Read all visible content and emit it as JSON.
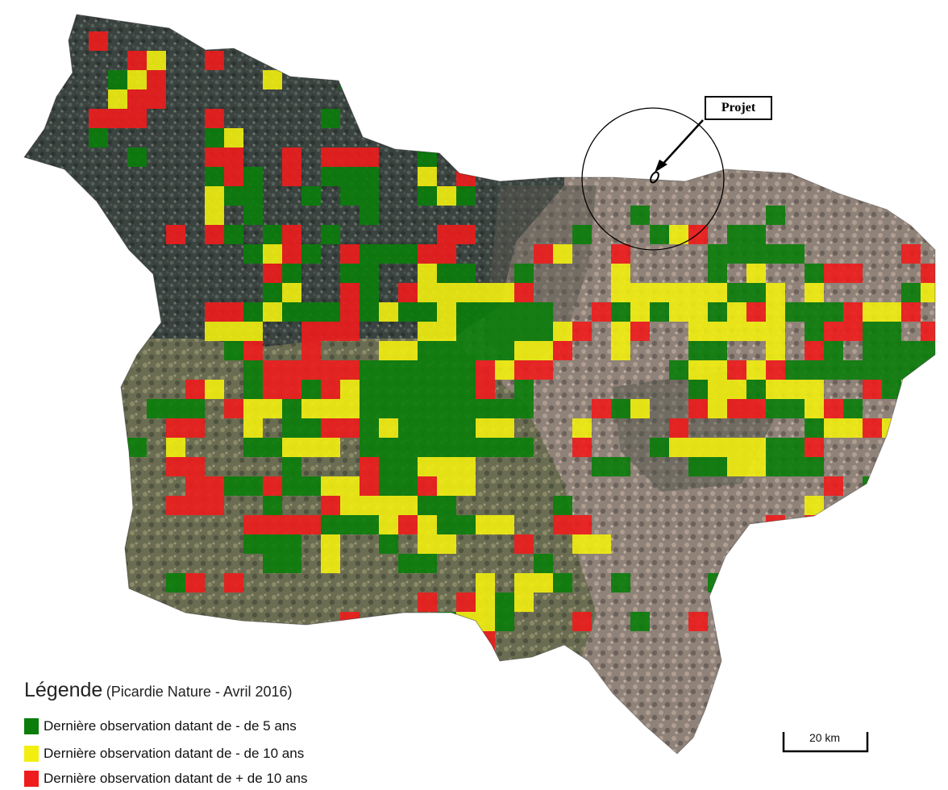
{
  "legend": {
    "title": "Légende",
    "source": "(Picardie Nature - Avril 2016)",
    "items": [
      {
        "label": "Dernière observation datant de - de 5 ans",
        "color": "#0a7d0a"
      },
      {
        "label": "Dernière observation datant de - de 10 ans",
        "color": "#f2ee10"
      },
      {
        "label": "Dernière observation datant de + de 10 ans",
        "color": "#ee1c1c"
      }
    ]
  },
  "scale": {
    "label": "20 km"
  },
  "project": {
    "label": "Projet"
  },
  "colors": {
    "green": "#0a7d0a",
    "yellow": "#f2ee10",
    "red": "#ee1c1c"
  },
  "grid": {
    "rows": [
      "................................................",
      "..r..............................................",
      "....ry..r........................................",
      "...gyr.....y...gg................................",
      "...yrr.....................g.....................",
      "..rrr...r.....g..................................",
      "..g.....gy.......................................",
      "....g...rr..r.rrr..g.............................",
      "........grg.r.ggg..y.r...........................",
      "........ygg..g.gg..gyg.........................",
      "........y.g.....g.............g......g...........",
      "......r.rg.gr.g.....rr.....g...gyr.gg............",
      "..........gyrg.rgggrr....ry..r....ggggg.....r...",
      "...........rg..gg..ygg..g....y....g.y..grr...rr.",
      "...........gy..rg.ryyyyyr....yyyyyyggy.y....gygr.",
      "........rrgygggrgyggyggggg..rgygyygyrygggryyr..yy",
      "........yyy..rrr...yygggggyr.yr..yyyyy.grrgg.rygy",
      ".........gr..r...yygggggyyr..y...gg..y.rg.gggggggg",
      "..........grrrrrggggggryrr......gyyryrggggggggr...",
      ".......ry.grrgryggggggr.g........gyygyyy..rgyygrr.",
      ".....ggg.ryygyyyggggggggg...rgy..ryrrggyrg..rr....",
      "......rr..y.ggrrgyggggyy...y....r......gyyry......",
      "....g.y...ggyyy.ggggggggg..r...gyyyyyggr....yy....",
      "......rr....g...rggyyy......gg...ggyyggg...rrrrrg.",
      "...y...rrggrggyyrggryy..................r.g.......",
      "...y..rrr..g..ryyyygg.....g............y...rrr...",
      "..........rrrrgggyryggyy..rr.........r.r.ry.rr...",
      "..........ggg.y..g.yy...r..yy..........rrr.......",
      "...........gg.y...gg.....g.....................",
      "......gr.r............y.yyg..g....g.............",
      "...................r.rygy.......................",
      "...............r....gyyg...r..g..r.rr...........",
      ".....r..yyyyy...gg.g..r.........................",
      ".......r.yyry......................ry.............",
      "................yyy.........................yy...",
      "..................y.........................r.....",
      "...........................................gggy..",
      "...........................................yy....",
      "................................................."
    ]
  }
}
